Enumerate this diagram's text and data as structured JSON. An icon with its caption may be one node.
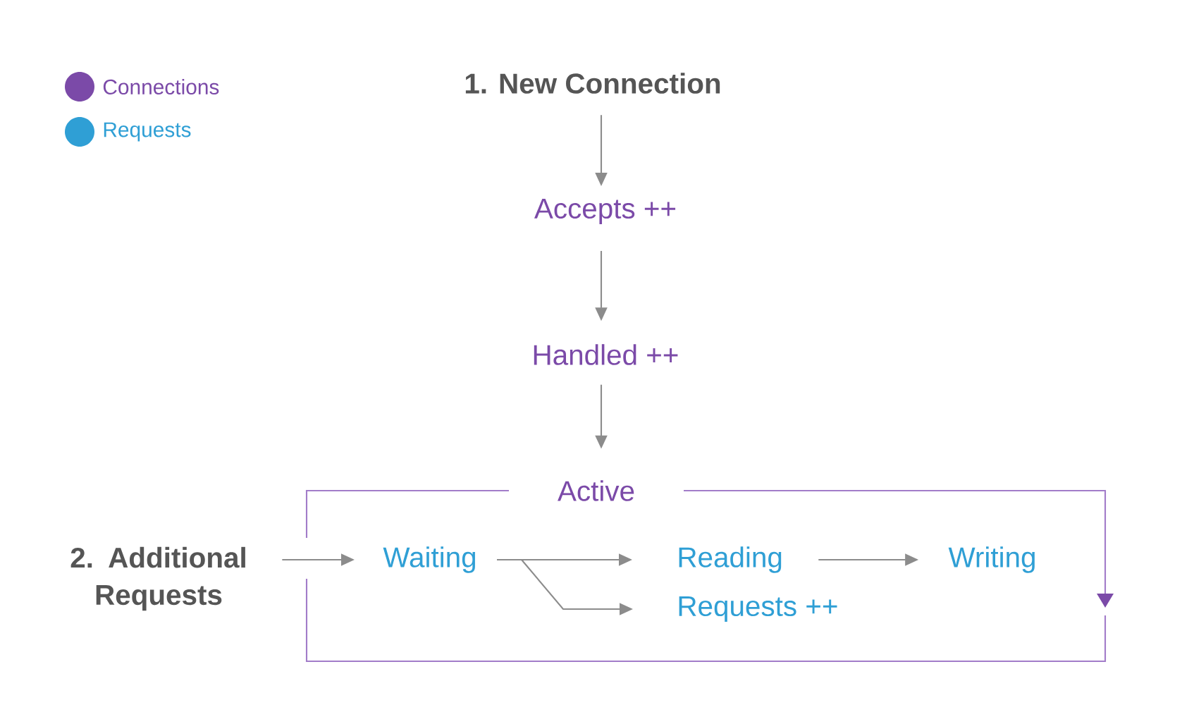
{
  "diagram": {
    "nodes": [
      {
        "text": [
          "1. New Connection"
        ]
      },
      {
        "text": [
          "Accepts ++"
        ]
      },
      {
        "text": [
          "Handled ++"
        ]
      },
      {
        "text": [
          "Active"
        ]
      },
      {
        "text": [
          "2. Additional Requests"
        ]
      },
      {
        "text": [
          "Waiting"
        ],
        "in": 3
      },
      {
        "text": [
          "Reading"
        ],
        "in": 3
      },
      {
        "text": [
          "Requests ++"
        ],
        "in": 3
      },
      {
        "text": [
          "Writing"
        ],
        "in": 3
      }
    ],
    "edges": [
      {
        "from": 0,
        "to": 1,
        "arrow": "to"
      },
      {
        "from": 1,
        "to": 2,
        "arrow": "to"
      },
      {
        "from": 2,
        "to": 3,
        "arrow": "to"
      },
      {
        "from": 4,
        "to": 5,
        "arrow": "to"
      },
      {
        "from": 5,
        "to": 6,
        "arrow": "to"
      },
      {
        "from": 5,
        "to": 7,
        "arrow": "to"
      },
      {
        "from": 6,
        "to": 8,
        "arrow": "to"
      }
    ],
    "legend": [
      {
        "text": "Connections",
        "color": "#7b4aa8"
      },
      {
        "text": "Requests",
        "color": "#2f9fd5"
      }
    ]
  }
}
